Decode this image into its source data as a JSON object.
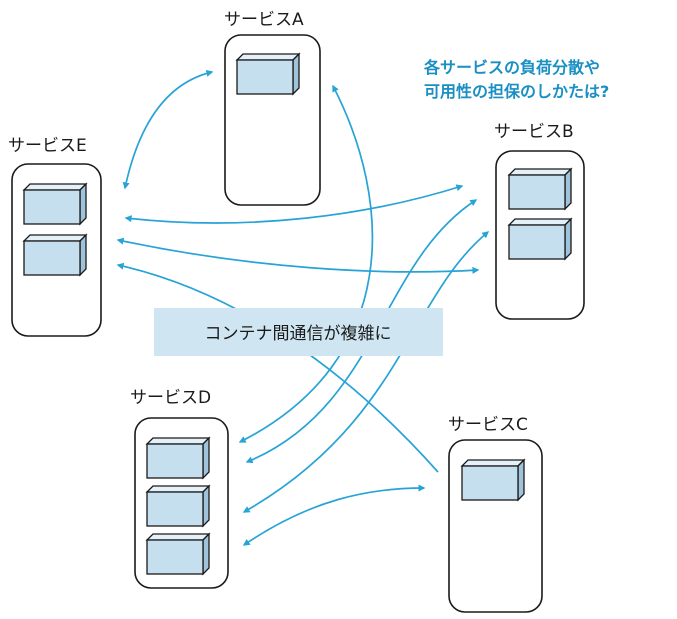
{
  "services": [
    {
      "id": "A",
      "label": "サービスA",
      "containers": 1
    },
    {
      "id": "B",
      "label": "サービスB",
      "containers": 2
    },
    {
      "id": "C",
      "label": "サービスC",
      "containers": 1
    },
    {
      "id": "D",
      "label": "サービスD",
      "containers": 3
    },
    {
      "id": "E",
      "label": "サービスE",
      "containers": 2
    }
  ],
  "question": {
    "line1": "各サービスの負荷分散や",
    "line2": "可用性の担保のしかたは?"
  },
  "banner": "コンテナ間通信が複雑に",
  "colors": {
    "arrow": "#27a3d6",
    "container": "#c6dfee",
    "banner_bg": "#cfe6f2",
    "question_text": "#1a8fc4"
  }
}
